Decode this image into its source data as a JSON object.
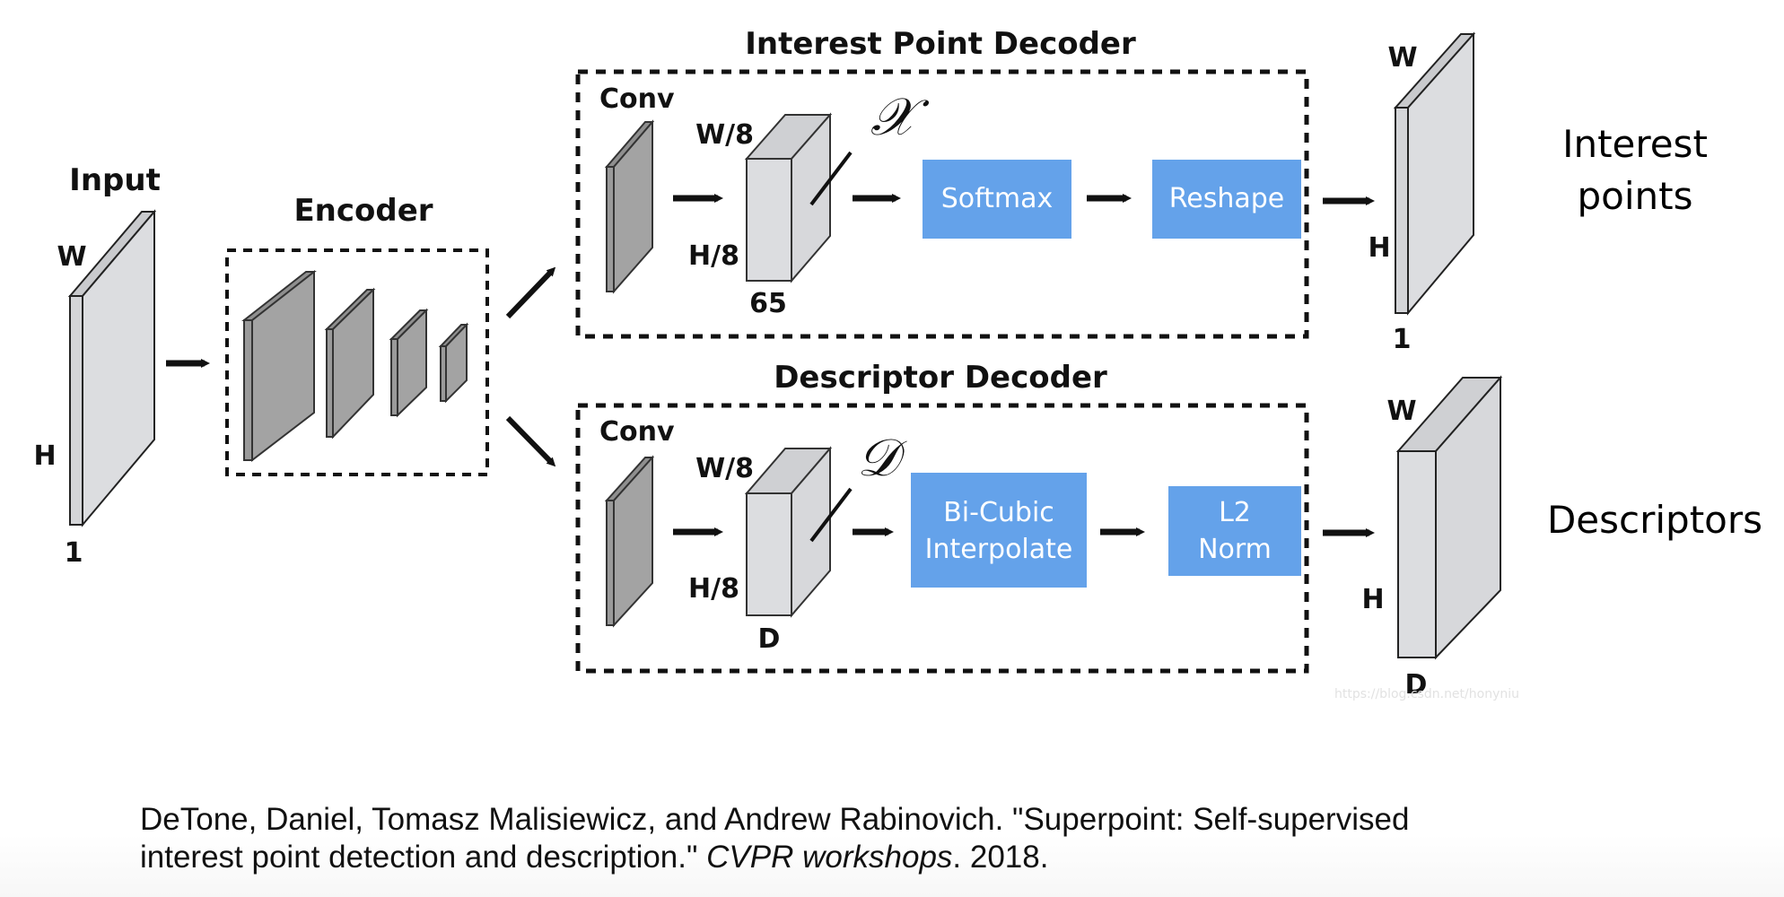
{
  "diagram": {
    "input": {
      "title": "Input",
      "w": "W",
      "h": "H",
      "c": "1"
    },
    "encoder": {
      "title": "Encoder"
    },
    "interest_decoder": {
      "title": "Interest Point Decoder",
      "conv": "Conv",
      "w": "W/8",
      "h": "H/8",
      "c": "65",
      "symbol": "𝒳",
      "blocks": [
        "Softmax",
        "Reshape"
      ]
    },
    "descriptor_decoder": {
      "title": "Descriptor Decoder",
      "conv": "Conv",
      "w": "W/8",
      "h": "H/8",
      "c": "D",
      "symbol": "𝒟",
      "blocks": [
        [
          "Bi-Cubic",
          "Interpolate"
        ],
        [
          "L2",
          "Norm"
        ]
      ]
    },
    "outputs": {
      "interest": {
        "w": "W",
        "h": "H",
        "c": "1",
        "label": [
          "Interest",
          "points"
        ]
      },
      "descriptors": {
        "w": "W",
        "h": "H",
        "c": "D",
        "label": [
          "Descriptors"
        ]
      }
    },
    "watermark": "https://blog.csdn.net/honyniu",
    "colors": {
      "block_fill": "#64a2ea",
      "layer_dark": "#a3a3a3",
      "layer_light": "#dcdde0",
      "line": "#111111"
    }
  },
  "citation": {
    "line1": "DeTone, Daniel, Tomasz Malisiewicz, and Andrew Rabinovich. \"Superpoint: Self-supervised",
    "line2_pre": "interest point detection and description.\" ",
    "venue": "CVPR workshops",
    "line2_post": ". 2018."
  }
}
